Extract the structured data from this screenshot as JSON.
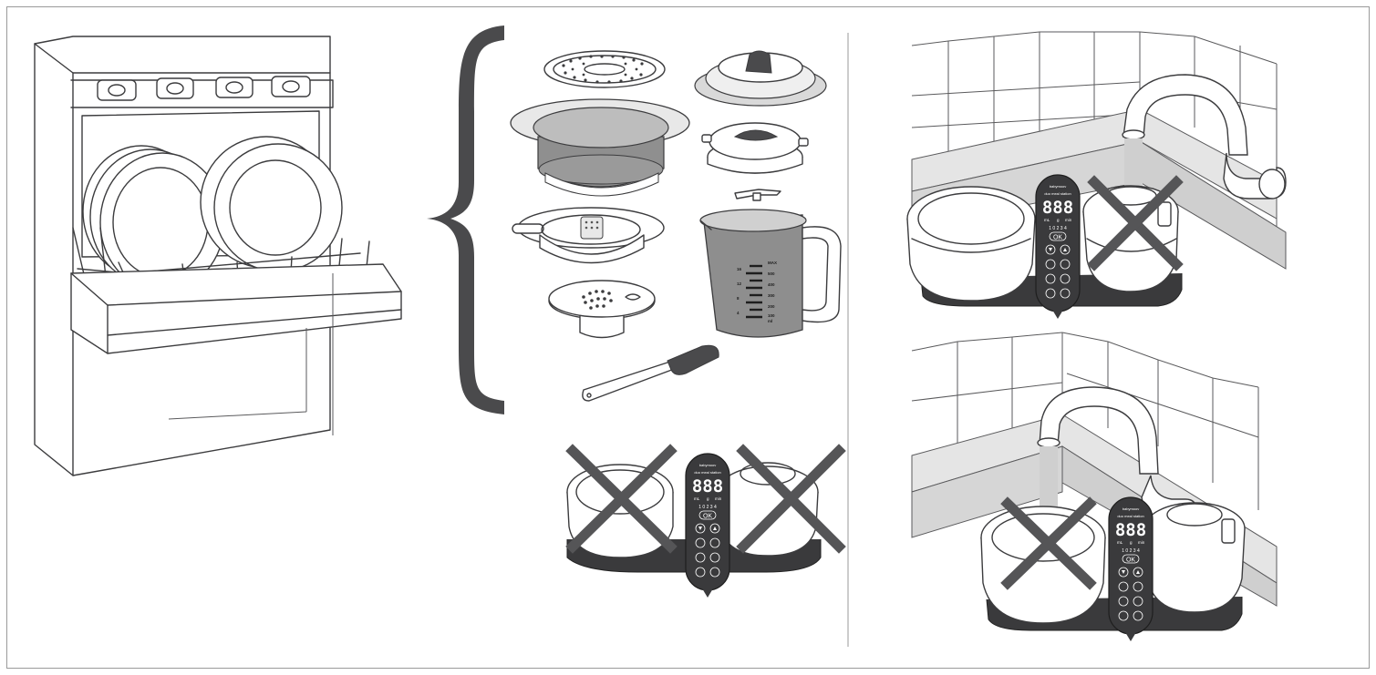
{
  "control_panel": {
    "brand": "babymoov",
    "product_name": "duo meal station",
    "display": "888",
    "units": [
      "mL",
      "g",
      "min"
    ],
    "levels": "1 0 2 3 4",
    "ok_label": "OK",
    "icon_names": [
      "arrow-down-icon",
      "arrow-up-icon",
      "steam-icon",
      "blend-icon",
      "bottle-warm-icon",
      "defrost-icon",
      "reheat-icon",
      "keep-warm-icon"
    ]
  },
  "jug_markings": {
    "max": "MAX",
    "ml": [
      "500",
      "400",
      "300",
      "200",
      "100"
    ],
    "oz": [
      "16",
      "12",
      "8",
      "4"
    ],
    "unit": "ml"
  },
  "colors": {
    "line": "#3c3c3e",
    "cross": "#555557",
    "panel": "#3a3a3c",
    "glass": "#8e8e8e",
    "water": "#cfcfcf"
  }
}
